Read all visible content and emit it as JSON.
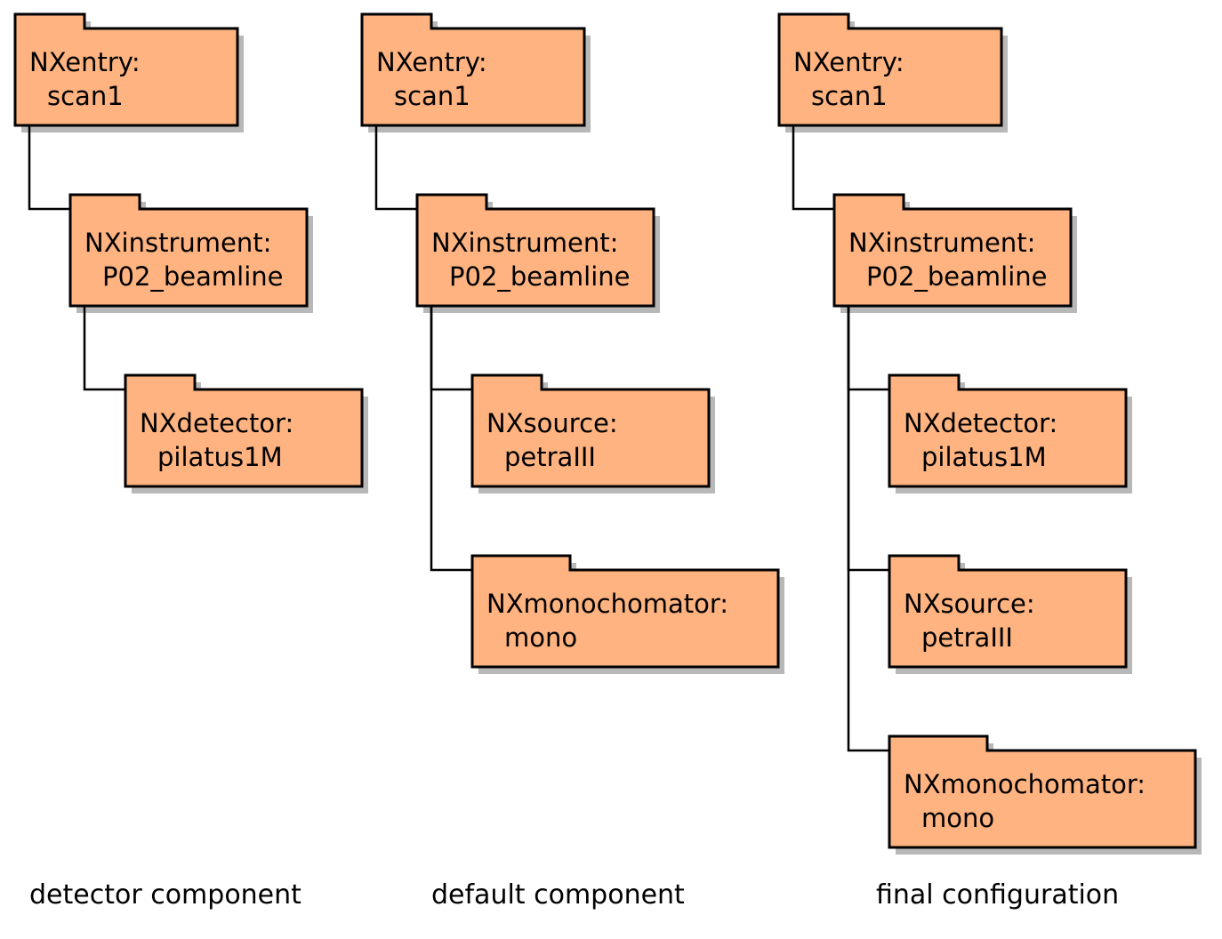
{
  "diagram": {
    "type": "tree",
    "node_fill": "#ffb380",
    "trees": [
      {
        "caption": "detector component",
        "nodes": [
          {
            "id": "d_entry",
            "line1": "NXentry:",
            "line2": "scan1"
          },
          {
            "id": "d_instr",
            "line1": "NXinstrument:",
            "line2": "P02_beamline",
            "parent": "d_entry"
          },
          {
            "id": "d_det",
            "line1": "NXdetector:",
            "line2": "pilatus1M",
            "parent": "d_instr"
          }
        ]
      },
      {
        "caption": "default component",
        "nodes": [
          {
            "id": "f_entry",
            "line1": "NXentry:",
            "line2": "scan1"
          },
          {
            "id": "f_instr",
            "line1": "NXinstrument:",
            "line2": "P02_beamline",
            "parent": "f_entry"
          },
          {
            "id": "f_src",
            "line1": "NXsource:",
            "line2": "petraIII",
            "parent": "f_instr"
          },
          {
            "id": "f_mono",
            "line1": "NXmonochomator:",
            "line2": "mono",
            "parent": "f_instr"
          }
        ]
      },
      {
        "caption": "final configuration",
        "nodes": [
          {
            "id": "c_entry",
            "line1": "NXentry:",
            "line2": "scan1"
          },
          {
            "id": "c_instr",
            "line1": "NXinstrument:",
            "line2": "P02_beamline",
            "parent": "c_entry"
          },
          {
            "id": "c_det",
            "line1": "NXdetector:",
            "line2": "pilatus1M",
            "parent": "c_instr"
          },
          {
            "id": "c_src",
            "line1": "NXsource:",
            "line2": "petraIII",
            "parent": "c_instr"
          },
          {
            "id": "c_mono",
            "line1": "NXmonochomator:",
            "line2": "mono",
            "parent": "c_instr"
          }
        ]
      }
    ]
  }
}
